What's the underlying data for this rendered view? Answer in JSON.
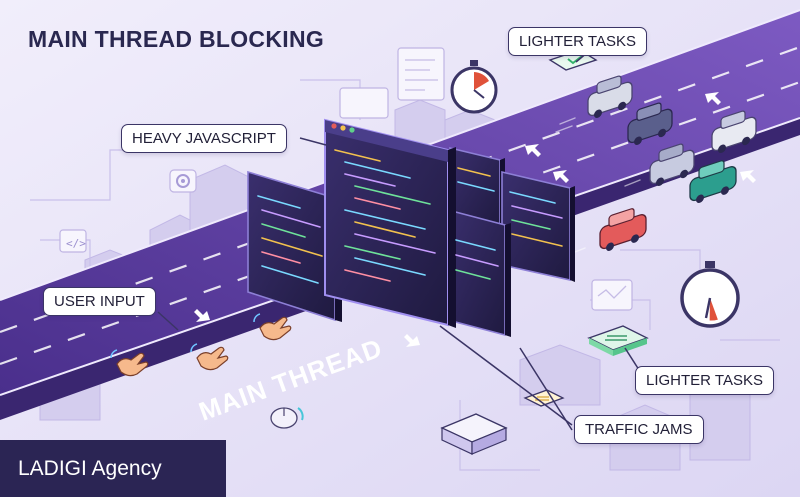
{
  "title": "MAIN THREAD BLOCKING",
  "callouts": {
    "lighter_tasks_top": "LIGHTER TASKS",
    "heavy_javascript": "HEAVY JAVASCRIPT",
    "user_input": "USER INPUT",
    "lighter_tasks_bottom": "LIGHTER TASKS",
    "traffic_jams": "TRAFFIC JAMS"
  },
  "road_label": "MAIN THREAD",
  "brand": "LADIGI Agency",
  "colors": {
    "background": "#e9e6f7",
    "road": "#5a3f9e",
    "road_edge": "#3d2a78",
    "lane_marks": "#ffffff",
    "code_window": "#2a2350",
    "brand_bg": "#2b2554",
    "title_text": "#2a2850",
    "clock_accent": "#e0523a"
  },
  "vehicles": [
    {
      "kind": "car",
      "color": "#d9dce8"
    },
    {
      "kind": "car",
      "color": "#5a5f8c"
    },
    {
      "kind": "car",
      "color": "#e8eaf2"
    },
    {
      "kind": "car",
      "color": "#c7cbe0"
    },
    {
      "kind": "car",
      "color": "#2c9e8e"
    },
    {
      "kind": "car",
      "color": "#e35b5b"
    }
  ],
  "icons": [
    "stopwatch-icon",
    "stopwatch-icon",
    "hand-pointer-icon",
    "cursor-arrow-icon",
    "mouse-icon",
    "check-card-icon",
    "gear-icon",
    "code-brackets-icon"
  ]
}
